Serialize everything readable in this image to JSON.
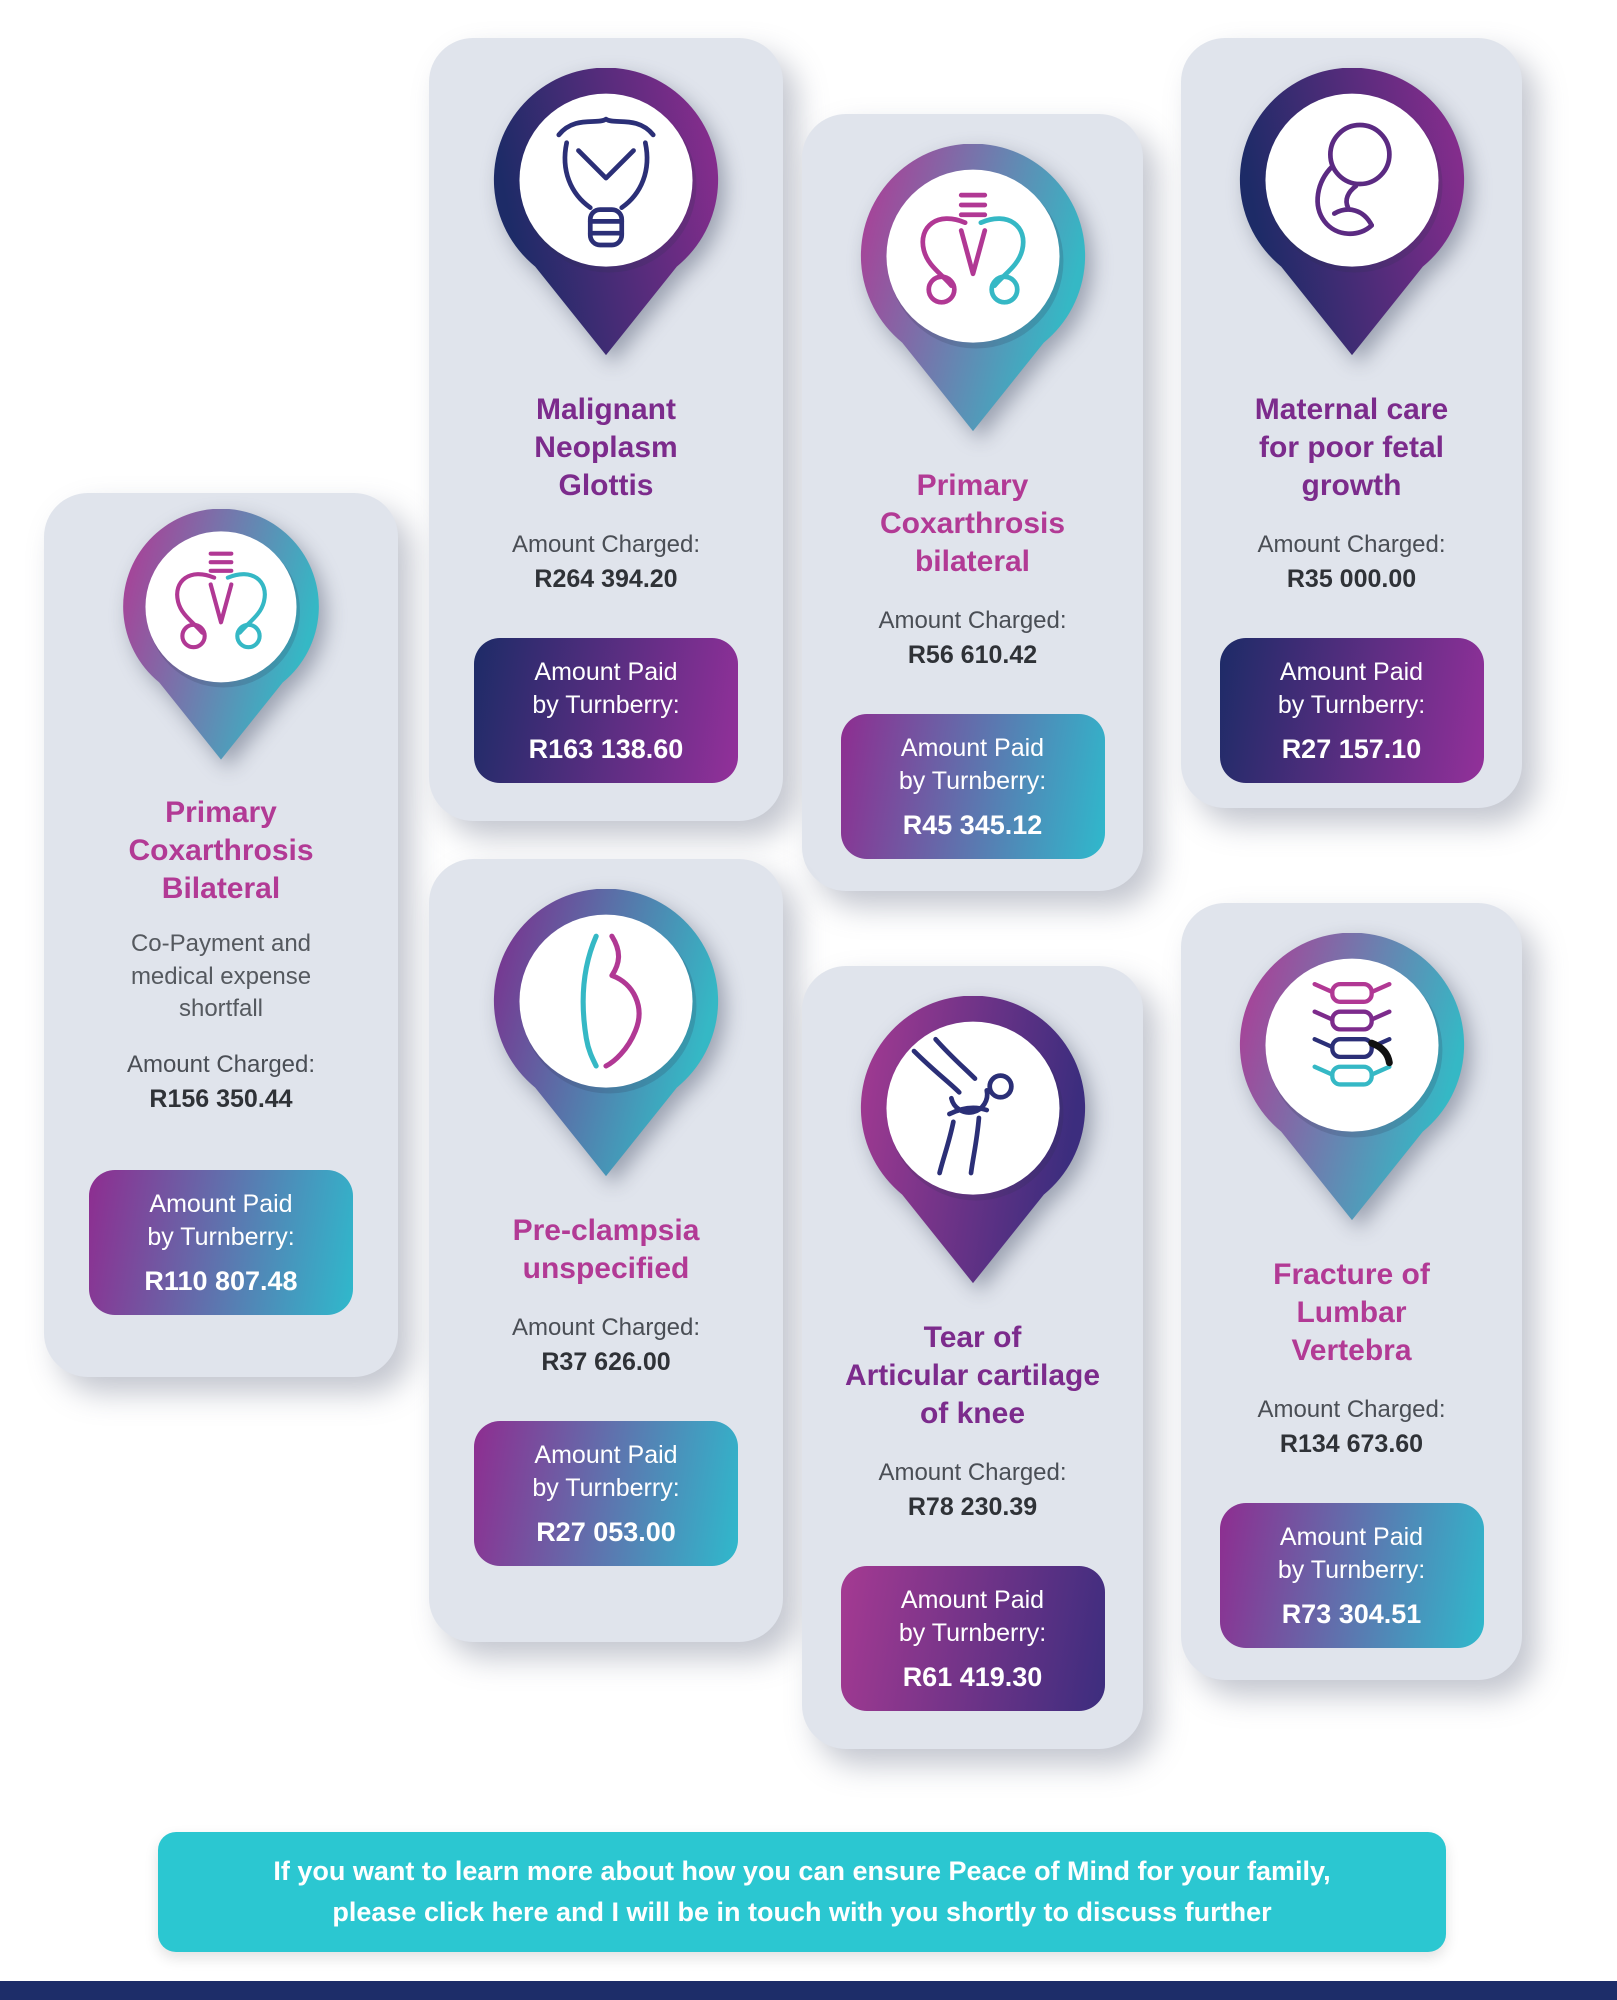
{
  "cards": [
    {
      "icon": "pelvis-icon",
      "title": "Primary\nCoxarthrosis\nBilateral",
      "subtitle": "Co-Payment and\nmedical expense\nshortfall",
      "charged_label": "Amount Charged:",
      "charged_value": "R156 350.44",
      "paid_label_line1": "Amount Paid",
      "paid_label_line2": "by Turnberry:",
      "paid_value": "R110 807.48"
    },
    {
      "icon": "larynx-icon",
      "title": "Malignant\nNeoplasm\nGlottis",
      "charged_label": "Amount Charged:",
      "charged_value": "R264 394.20",
      "paid_label_line1": "Amount Paid",
      "paid_label_line2": "by Turnberry:",
      "paid_value": "R163 138.60"
    },
    {
      "icon": "pelvis-icon",
      "title": "Primary\nCoxarthrosis\nbilateral",
      "charged_label": "Amount Charged:",
      "charged_value": "R56 610.42",
      "paid_label_line1": "Amount Paid",
      "paid_label_line2": "by Turnberry:",
      "paid_value": "R45 345.12"
    },
    {
      "icon": "fetus-icon",
      "title": "Maternal care\nfor poor fetal\ngrowth",
      "charged_label": "Amount Charged:",
      "charged_value": "R35 000.00",
      "paid_label_line1": "Amount Paid",
      "paid_label_line2": "by Turnberry:",
      "paid_value": "R27 157.10"
    },
    {
      "icon": "pregnancy-icon",
      "title": "Pre-clampsia\nunspecified",
      "charged_label": "Amount Charged:",
      "charged_value": "R37 626.00",
      "paid_label_line1": "Amount Paid",
      "paid_label_line2": "by Turnberry:",
      "paid_value": "R27 053.00"
    },
    {
      "icon": "knee-icon",
      "title": "Tear of\nArticular cartilage\nof knee",
      "charged_label": "Amount Charged:",
      "charged_value": "R78 230.39",
      "paid_label_line1": "Amount Paid",
      "paid_label_line2": "by Turnberry:",
      "paid_value": "R61 419.30"
    },
    {
      "icon": "spine-icon",
      "title": "Fracture of\nLumbar\nVertebra",
      "charged_label": "Amount Charged:",
      "charged_value": "R134 673.60",
      "paid_label_line1": "Amount Paid",
      "paid_label_line2": "by Turnberry:",
      "paid_value": "R73 304.51"
    }
  ],
  "banner": {
    "line1": "If you want to learn more about how you can ensure Peace of Mind for your family,",
    "line2": "please click here and I will be in touch with you shortly to discuss further"
  },
  "colors": {
    "magenta": "#b23a95",
    "purple": "#7c2b8c",
    "navy": "#1d2b67",
    "teal": "#35b8c5",
    "banner_teal": "#2bc7d1",
    "card_bg": "#e0e4ec",
    "footer_navy": "#1d2d69"
  }
}
